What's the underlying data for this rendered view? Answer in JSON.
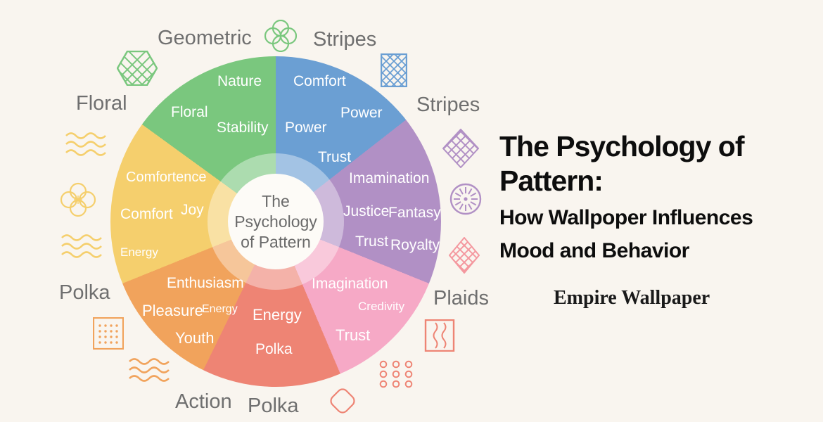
{
  "palette": {
    "background": "#f9f5ef",
    "label_gray": "#6f6f6f",
    "center_text": "#6a6a6a",
    "title_ink": "#0d0d0d",
    "green": "#7ac77e",
    "blue": "#6b9fd3",
    "purple": "#b190c5",
    "pink": "#f6a9c6",
    "coral": "#ee8474",
    "orange": "#f1a35c",
    "yellow": "#f5cf6d",
    "pink_icon": "#f4989f"
  },
  "title_block": {
    "line1": "The Psychology of",
    "line2": "Pattern:",
    "line3": "How Wallpoper Influences",
    "line4": "Mood and Behavior",
    "byline": "Empire Wallpaper"
  },
  "center": {
    "line1": "The",
    "line2": "Psychology",
    "line3": "of Pattern"
  },
  "outer_labels": {
    "geometric": "Geometric",
    "stripes_top": "Stripes",
    "stripes_right": "Stripes",
    "plaids": "Plaids",
    "polka_bottom": "Polka",
    "action": "Action",
    "polka_left": "Polka",
    "floral": "Floral"
  },
  "chart_data": {
    "type": "pie",
    "title": "The Psychology of Pattern",
    "legend_position": "around-wheel",
    "segments": [
      {
        "label": "Stripes",
        "color": "#6b9fd3",
        "start_deg": 0,
        "end_deg": 52,
        "words": [
          "Comfort",
          "Power",
          "Power",
          "Trust"
        ]
      },
      {
        "label": "Stripes",
        "color": "#b190c5",
        "start_deg": 52,
        "end_deg": 112,
        "words": [
          "Imamination",
          "Justice",
          "Fantasy",
          "Trust",
          "Royalty"
        ]
      },
      {
        "label": "Plaids",
        "color": "#f6a9c6",
        "start_deg": 112,
        "end_deg": 157,
        "words": [
          "Imagination",
          "Credivity",
          "Trust"
        ]
      },
      {
        "label": "Polka",
        "color": "#ee8474",
        "start_deg": 157,
        "end_deg": 206,
        "words": [
          "Energy",
          "Polka"
        ]
      },
      {
        "label": "Action",
        "color": "#f1a35c",
        "start_deg": 206,
        "end_deg": 248,
        "words": [
          "Enthusiasm",
          "Pleasure",
          "Energy",
          "Youth"
        ]
      },
      {
        "label": "Polka / Floral",
        "color": "#f5cf6d",
        "start_deg": 248,
        "end_deg": 306,
        "words": [
          "Comfortence",
          "Comfort",
          "Joy",
          "Energy"
        ]
      },
      {
        "label": "Geometric",
        "color": "#7ac77e",
        "start_deg": 306,
        "end_deg": 360,
        "words": [
          "Nature",
          "Floral",
          "Stability"
        ]
      }
    ]
  }
}
